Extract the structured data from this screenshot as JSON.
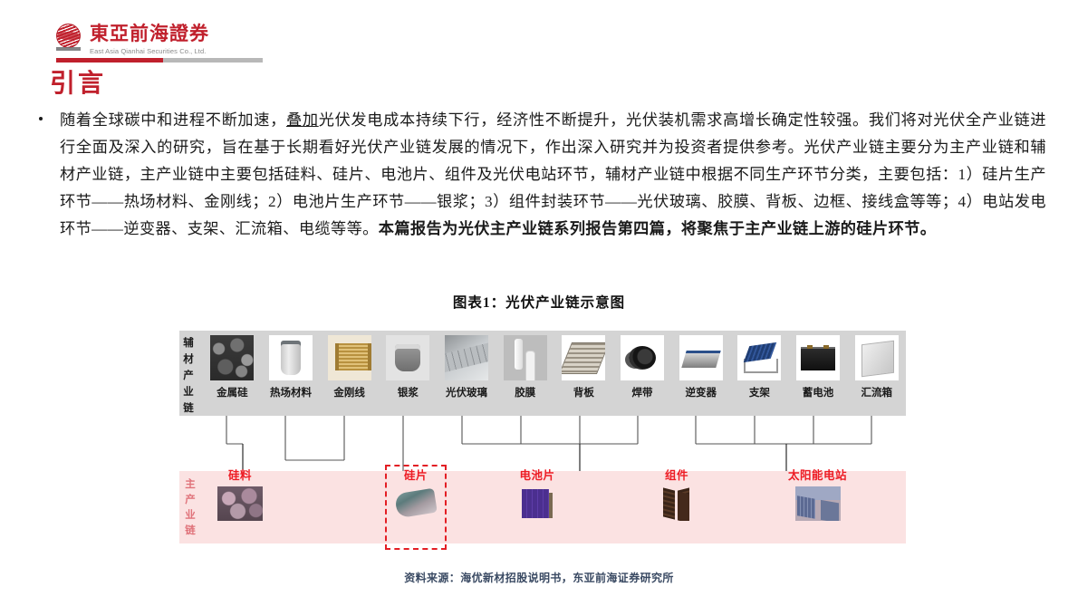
{
  "header": {
    "company_cn": "東亞前海證券",
    "company_en": "East Asia Qianhai Securities Co., Ltd.",
    "logo_icon": "globe-logo-icon",
    "accent_red": "#c0202c",
    "accent_grey": "#b8b8b8"
  },
  "section": {
    "title": "引言"
  },
  "body": {
    "bullet_icon": "bullet-dot-icon",
    "paragraph_parts": [
      {
        "text": "随着全球碳中和进程不断加速，",
        "style": "normal"
      },
      {
        "text": "叠加",
        "style": "underline"
      },
      {
        "text": "光伏发电成本持续下行，经济性不断提升，光伏装机需求高增长确定性较强。我们将对光伏全产业链进行全面及深入的研究，旨在基于长期看好光伏产业链发展的情况下，作出深入研究并为投资者提供参考。光伏产业链主要分为主产业链和辅材产业链，主产业链中主要包括硅料、硅片、电池片、组件及光伏电站环节，辅材产业链中根据不同生产环节分类，主要包括：1）硅片生产环节——热场材料、金刚线；2）电池片生产环节——银浆；3）组件封装环节——光伏玻璃、胶膜、背板、边框、接线盒等等；4）电站发电环节——逆变器、支架、汇流箱、电缆等等。",
        "style": "normal"
      },
      {
        "text": "本篇报告为光伏主产业链系列报告第四篇，将聚焦于主产业链上游的硅片环节。",
        "style": "bold"
      }
    ]
  },
  "figure": {
    "title": "图表1：光伏产业链示意图",
    "source": "资料来源：海优新材招股说明书，东亚前海证券研究所",
    "aux_chain": {
      "label": "辅材产业链",
      "band_color": "#d4d4d4",
      "items": [
        {
          "name": "金属硅",
          "icon": "metal-silicon-thumb"
        },
        {
          "name": "热场材料",
          "icon": "thermal-field-material-thumb"
        },
        {
          "name": "金刚线",
          "icon": "diamond-wire-thumb"
        },
        {
          "name": "银浆",
          "icon": "silver-paste-thumb"
        },
        {
          "name": "光伏玻璃",
          "icon": "pv-glass-thumb"
        },
        {
          "name": "胶膜",
          "icon": "encapsulant-film-thumb"
        },
        {
          "name": "背板",
          "icon": "backsheet-thumb"
        },
        {
          "name": "焊带",
          "icon": "solder-ribbon-thumb"
        },
        {
          "name": "逆变器",
          "icon": "inverter-thumb"
        },
        {
          "name": "支架",
          "icon": "mounting-bracket-thumb"
        },
        {
          "name": "蓄电池",
          "icon": "storage-battery-thumb"
        },
        {
          "name": "汇流箱",
          "icon": "combiner-box-thumb"
        }
      ]
    },
    "main_chain": {
      "label": "主产业链",
      "band_color": "#fbe2e2",
      "label_color": "#e0727a",
      "node_color": "#ed1c24",
      "highlight_color": "#e31e24",
      "highlighted_node": "硅片",
      "nodes": [
        {
          "name": "硅料",
          "icon": "polysilicon-thumb"
        },
        {
          "name": "硅片",
          "icon": "silicon-wafer-thumb"
        },
        {
          "name": "电池片",
          "icon": "solar-cell-thumb"
        },
        {
          "name": "组件",
          "icon": "pv-module-thumb"
        },
        {
          "name": "太阳能电站",
          "icon": "solar-power-plant-thumb"
        }
      ]
    }
  }
}
